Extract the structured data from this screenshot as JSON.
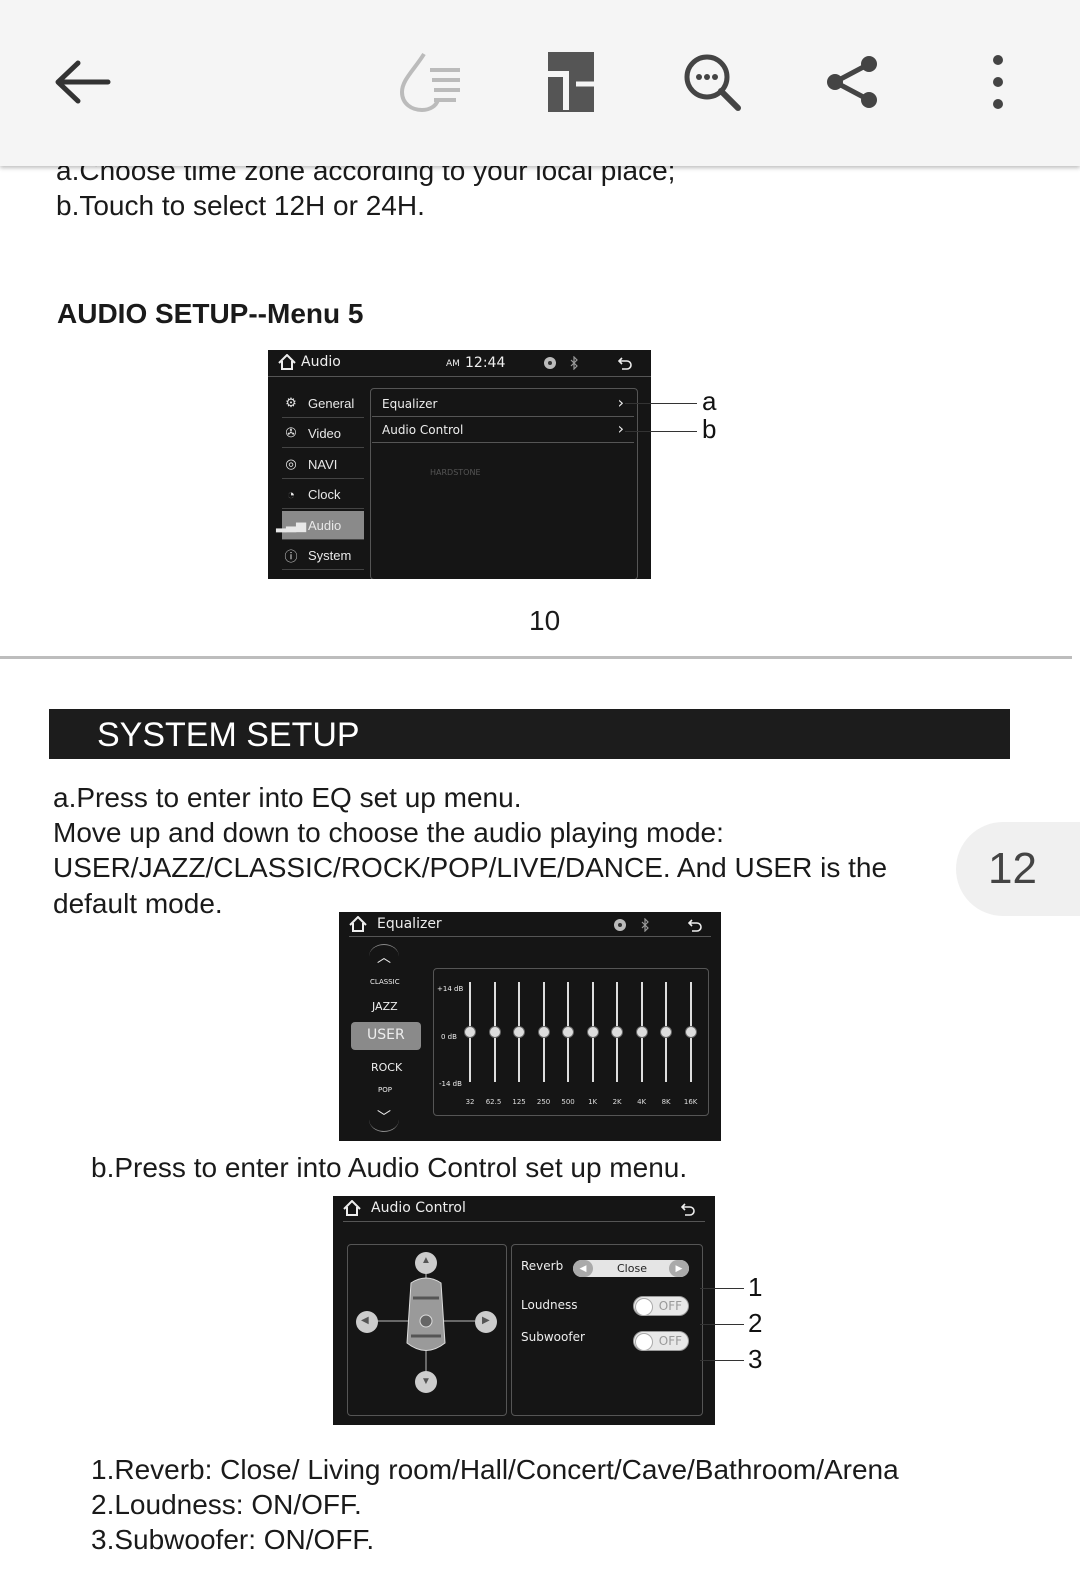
{
  "toolbar": {
    "back_icon": "arrow-left-icon",
    "icons": [
      "ink-drop-icon",
      "bookmark-page-icon",
      "search-zoom-icon",
      "share-icon",
      "more-vertical-icon"
    ]
  },
  "document": {
    "top_lines": [
      "a.Choose time zone according to your local place;",
      "b.Touch to select 12H or 24H."
    ],
    "audio_heading": "AUDIO SETUP--Menu 5",
    "page_number": "10",
    "section_title": "SYSTEM SETUP",
    "para_a": [
      "a.Press to enter into EQ set up menu.",
      "Move up and down to choose the audio playing mode:",
      "USER/JAZZ/CLASSIC/ROCK/POP/LIVE/DANCE. And USER is the",
      "default mode."
    ],
    "para_b": "b.Press to enter into Audio Control set up menu.",
    "notes": [
      "1.Reverb: Close/ Living room/Hall/Concert/Cave/Bathroom/Arena",
      "2.Loudness: ON/OFF.",
      "3.Subwoofer: ON/OFF."
    ],
    "page_badge": "12"
  },
  "screen_audio": {
    "title": "Audio",
    "time_ampm": "AM",
    "time": "12:44",
    "menu": [
      "General",
      "Video",
      "NAVI",
      "Clock",
      "Audio",
      "System"
    ],
    "active_menu": "Audio",
    "options": [
      "Equalizer",
      "Audio Control"
    ],
    "watermark": "HARDSTONE",
    "callouts": [
      "a",
      "b"
    ]
  },
  "screen_eq": {
    "title": "Equalizer",
    "modes": [
      "CLASSIC",
      "JAZZ",
      "USER",
      "ROCK",
      "POP"
    ],
    "active_mode": "USER",
    "db_labels": [
      "+14 dB",
      "0 dB",
      "-14 dB"
    ],
    "freqs": [
      "32",
      "62.5",
      "125",
      "250",
      "500",
      "1K",
      "2K",
      "4K",
      "8K",
      "16K"
    ],
    "levels_db": [
      0,
      0,
      0,
      0,
      0,
      0,
      0,
      0,
      0,
      0
    ]
  },
  "screen_ac": {
    "title": "Audio Control",
    "reverb_label": "Reverb",
    "reverb_value": "Close",
    "loudness_label": "Loudness",
    "subwoofer_label": "Subwoofer",
    "toggle_off": "OFF",
    "callouts": [
      "1",
      "2",
      "3"
    ]
  }
}
